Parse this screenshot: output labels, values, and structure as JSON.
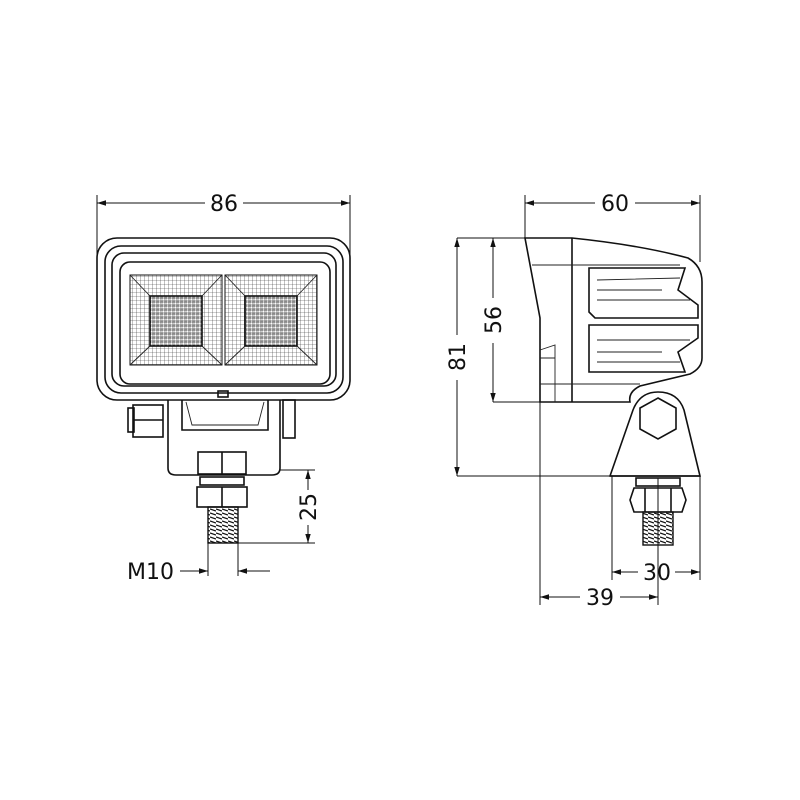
{
  "front_view": {
    "width_label": "86",
    "stud_height_label": "25",
    "thread_label": "M10"
  },
  "side_view": {
    "depth_label": "60",
    "total_height_label": "81",
    "housing_height_label": "56",
    "bracket_width_label": "30",
    "offset_label": "39"
  },
  "colors": {
    "line": "#111111",
    "background": "#ffffff"
  }
}
